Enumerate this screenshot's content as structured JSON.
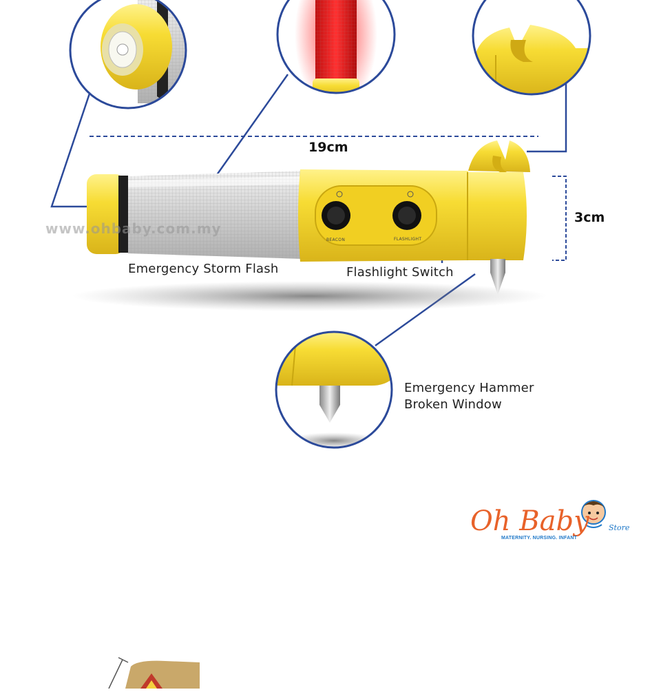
{
  "dimensions": {
    "length": "19cm",
    "diameter": "3cm"
  },
  "watermark": "www.ohbaby.com.my",
  "labels": {
    "storm_flash": "Emergency Storm Flash",
    "flashlight_switch": "Flashlight Switch",
    "hammer_line1": "Emergency Hammer",
    "hammer_line2": "Broken Window"
  },
  "buttons": {
    "beacon": "BEACON",
    "flashlight": "FLASHLIGHT"
  },
  "logo": {
    "name": "Oh Baby",
    "store": "Store",
    "tagline": "MATERNITY. NURSING. INFANT"
  },
  "colors": {
    "body_yellow": "#f6d832",
    "callout_blue": "#2c4a9a",
    "brand_orange": "#e8622a",
    "brand_blue": "#1f78c8"
  }
}
